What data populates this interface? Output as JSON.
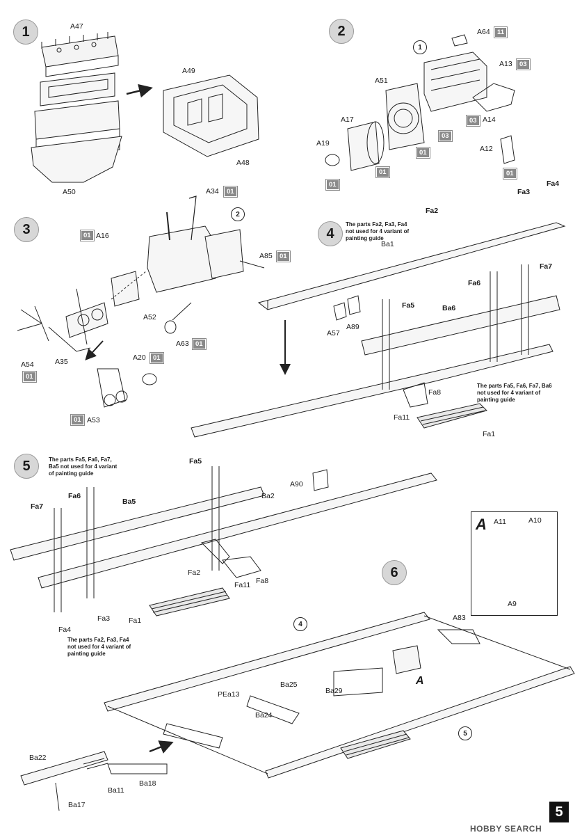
{
  "steps": {
    "s1": {
      "number": "1",
      "labels": {
        "a47": "A47",
        "a49": "A49",
        "a48": "A48",
        "a50": "A50"
      }
    },
    "s2": {
      "number": "2",
      "ref1": "1",
      "labels": {
        "a64": "A64",
        "a13": "A13",
        "a51": "A51",
        "a17": "A17",
        "a14": "A14",
        "a19": "A19",
        "a12": "A12"
      },
      "tags": {
        "t11": "11",
        "t03a": "03",
        "t03b": "03",
        "t03c": "03",
        "t01a": "01",
        "t01b": "01",
        "t01c": "01",
        "t01d": "01"
      }
    },
    "s3": {
      "number": "3",
      "ref2": "2",
      "labels": {
        "a34": "A34",
        "a16": "A16",
        "a85": "A85",
        "a52": "A52",
        "a63": "A63",
        "a54": "A54",
        "a35": "A35",
        "a20": "A20",
        "a53": "A53"
      },
      "tags": {
        "t01a": "01",
        "t01b": "01",
        "t01c": "01",
        "t01d": "01",
        "t01e": "01",
        "t01f": "01",
        "t01g": "01"
      }
    },
    "s4": {
      "number": "4",
      "note": "The parts Fa2, Fa3, Fa4 not used for 4 variant of painting guide",
      "note2": "The parts Fa5, Fa6, Fa7, Ba6 not used for 4 variant of painting guide",
      "labels": {
        "fa2": "Fa2",
        "fa3": "Fa3",
        "fa4": "Fa4",
        "ba1": "Ba1",
        "fa7": "Fa7",
        "fa6": "Fa6",
        "fa5": "Fa5",
        "ba6": "Ba6",
        "a57": "A57",
        "a89": "A89",
        "fa8": "Fa8",
        "fa11": "Fa11",
        "fa1": "Fa1"
      }
    },
    "s5": {
      "number": "5",
      "note": "The parts Fa5, Fa6, Fa7, Ba5 not used for 4 variant of painting guide",
      "note2": "The parts Fa2, Fa3, Fa4 not used for 4 variant of painting guide",
      "labels": {
        "fa5": "Fa5",
        "fa7": "Fa7",
        "fa6": "Fa6",
        "ba5": "Ba5",
        "a90": "A90",
        "ba2": "Ba2",
        "fa2": "Fa2",
        "fa11": "Fa11",
        "fa8": "Fa8",
        "fa1": "Fa1",
        "fa4": "Fa4",
        "fa3": "Fa3"
      }
    },
    "s6": {
      "number": "6",
      "ref4": "4",
      "ref5": "5",
      "labels": {
        "a83": "A83",
        "ba25": "Ba25",
        "ba29": "Ba29",
        "pea13": "PEa13",
        "ba24": "Ba24",
        "ba22": "Ba22",
        "ba11": "Ba11",
        "ba18": "Ba18",
        "ba17": "Ba17",
        "detail_ref": "A"
      }
    },
    "detail": {
      "letter": "A",
      "a11": "A11",
      "a10": "A10",
      "a9": "A9"
    }
  },
  "page_number": "5",
  "watermark": "HOBBY SEARCH"
}
